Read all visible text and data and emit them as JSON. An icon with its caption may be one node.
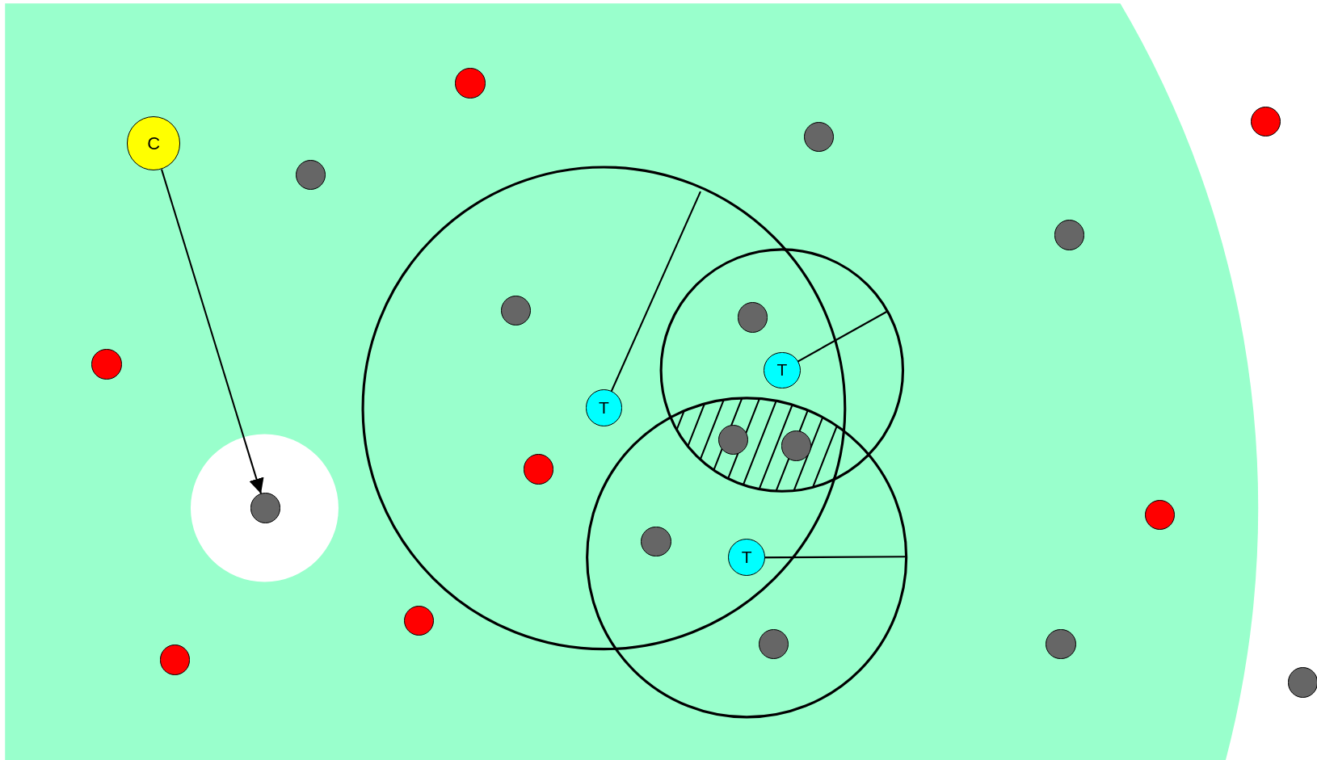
{
  "diagram": {
    "nodes": [
      {
        "text": [],
        "shape": "circle"
      },
      {
        "text": [],
        "shape": "circle"
      },
      {
        "text": [],
        "shape": "circle"
      },
      {
        "text": [
          "C"
        ]
      },
      {
        "text": [],
        "shape": "circle"
      },
      {
        "text": [],
        "shape": "circle"
      },
      {
        "text": [],
        "shape": "circle"
      },
      {
        "text": [],
        "shape": "circle"
      },
      {
        "text": [],
        "shape": "circle"
      },
      {
        "text": [
          "T"
        ]
      },
      {
        "text": [
          "T"
        ]
      },
      {
        "text": [],
        "shape": "circle"
      },
      {
        "text": [],
        "shape": "circle"
      },
      {
        "text": [],
        "shape": "circle"
      },
      {
        "text": [],
        "shape": "circle"
      },
      {
        "text": [],
        "shape": "circle"
      },
      {
        "text": [],
        "shape": "circle"
      },
      {
        "text": [
          "T"
        ]
      },
      {
        "text": [],
        "shape": "circle"
      },
      {
        "text": [],
        "shape": "circle"
      },
      {
        "text": [],
        "shape": "circle"
      },
      {
        "text": [],
        "shape": "circle"
      },
      {
        "text": [],
        "shape": "circle"
      }
    ],
    "edges": [
      {
        "from": 3,
        "to": 14,
        "arrow": "to"
      }
    ]
  }
}
